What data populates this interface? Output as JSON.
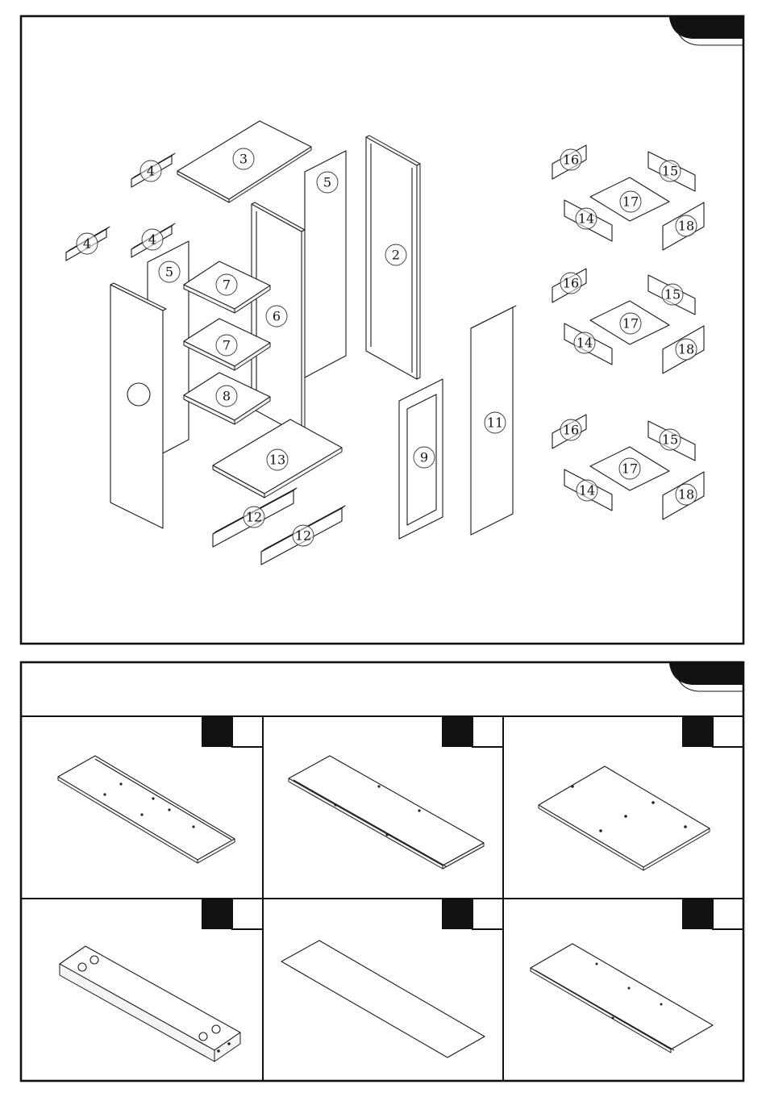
{
  "exploded_view": {
    "callouts": [
      {
        "label": "3"
      },
      {
        "label": "4"
      },
      {
        "label": "4"
      },
      {
        "label": "4"
      },
      {
        "label": "5"
      },
      {
        "label": "5"
      },
      {
        "label": "2"
      },
      {
        "label": "6"
      },
      {
        "label": "7"
      },
      {
        "label": "7"
      },
      {
        "label": "8"
      },
      {
        "label": "13"
      },
      {
        "label": "12"
      },
      {
        "label": "12"
      },
      {
        "label": "9"
      },
      {
        "label": "11"
      },
      {
        "label": "16"
      },
      {
        "label": "15"
      },
      {
        "label": "17"
      },
      {
        "label": "14"
      },
      {
        "label": "18"
      },
      {
        "label": "16"
      },
      {
        "label": "15"
      },
      {
        "label": "17"
      },
      {
        "label": "14"
      },
      {
        "label": "18"
      },
      {
        "label": "16"
      },
      {
        "label": "15"
      },
      {
        "label": "17"
      },
      {
        "label": "14"
      },
      {
        "label": "18"
      }
    ]
  },
  "parts_section": {
    "cells": [
      {
        "part": "side-panel-left"
      },
      {
        "part": "side-panel-right"
      },
      {
        "part": "top-panel"
      },
      {
        "part": "rail-with-holes"
      },
      {
        "part": "back-panel"
      },
      {
        "part": "divider-panel"
      }
    ]
  },
  "colors": {
    "ink": "#1a1a1a",
    "background": "#ffffff",
    "badge": "#111111"
  }
}
